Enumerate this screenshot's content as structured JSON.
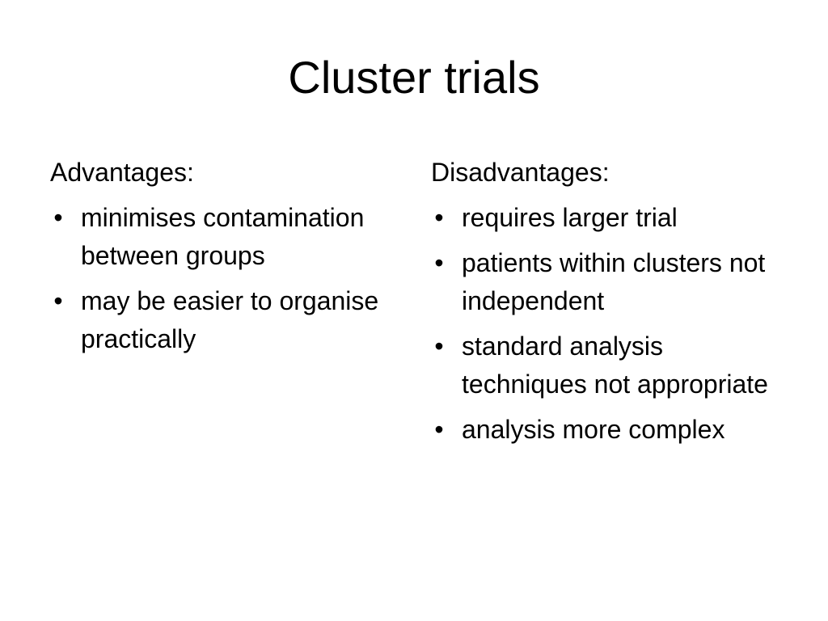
{
  "slide": {
    "title": "Cluster trials",
    "advantages": {
      "heading": "Advantages:",
      "items": [
        "minimises contamination between groups",
        "may be easier to organise practically"
      ]
    },
    "disadvantages": {
      "heading": "Disadvantages:",
      "items": [
        "requires larger trial",
        "patients within clusters not independent",
        "standard analysis techniques not appropriate",
        "analysis more complex"
      ]
    },
    "bullet_glyph": "•"
  }
}
